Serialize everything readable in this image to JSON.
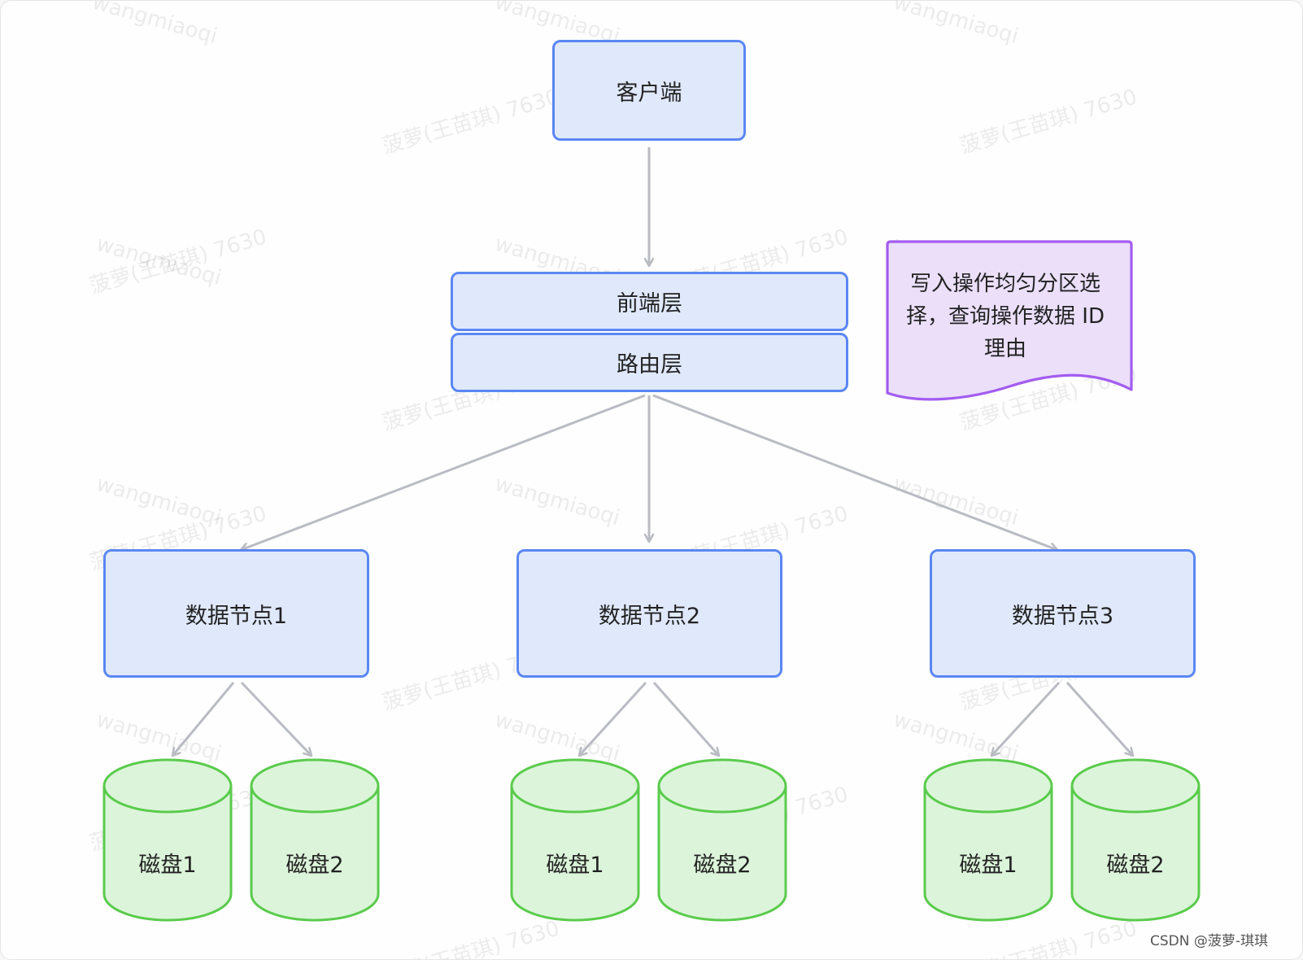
{
  "nodes": {
    "client": "客户端",
    "frontend": "前端层",
    "router": "路由层",
    "datanode1": "数据节点1",
    "datanode2": "数据节点2",
    "datanode3": "数据节点3"
  },
  "disks": {
    "n1d1": "磁盘1",
    "n1d2": "磁盘2",
    "n2d1": "磁盘1",
    "n2d2": "磁盘2",
    "n3d1": "磁盘1",
    "n3d2": "磁盘2"
  },
  "note": {
    "line1": "写入操作均匀分区选",
    "line2": "择，查询操作数据 ID",
    "line3": "理由"
  },
  "watermarks": {
    "en": "wangmiaoqi",
    "cn": "菠萝(王苗琪) 7630"
  },
  "credit": "CSDN @菠萝-琪琪",
  "colors": {
    "box_fill": "#e0e9fc",
    "box_border": "#5b87f3",
    "disk_fill": "#dcf5da",
    "disk_border": "#5acb4c",
    "note_fill": "#ebdffa",
    "note_border": "#a35cf0",
    "arrow": "#b9bcc2"
  }
}
